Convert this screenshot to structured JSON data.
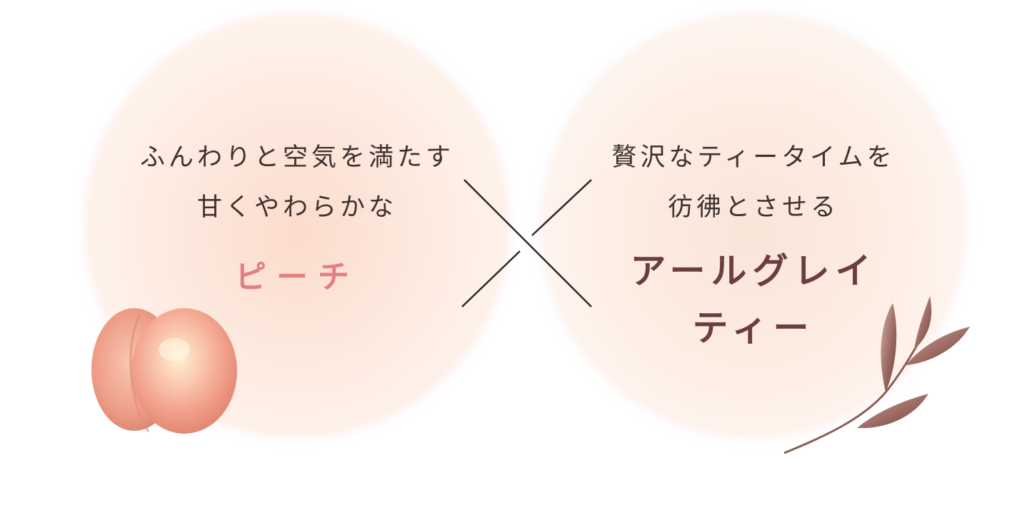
{
  "left": {
    "line1": "ふんわりと空気を満たす",
    "line2": "甘くやわらかな",
    "flavor": "ピーチ",
    "illustration": "peach-illustration"
  },
  "right": {
    "line1": "贅沢なティータイムを",
    "line2": "彷彿とさせる",
    "flavor_line1": "アールグレイ",
    "flavor_line2": "ティー",
    "illustration": "tea-leaf-illustration"
  },
  "colors": {
    "text": "#3e3230",
    "peach_accent": "#e37f80",
    "tea_accent": "#6a3f3b",
    "cross": "#2e2826"
  }
}
